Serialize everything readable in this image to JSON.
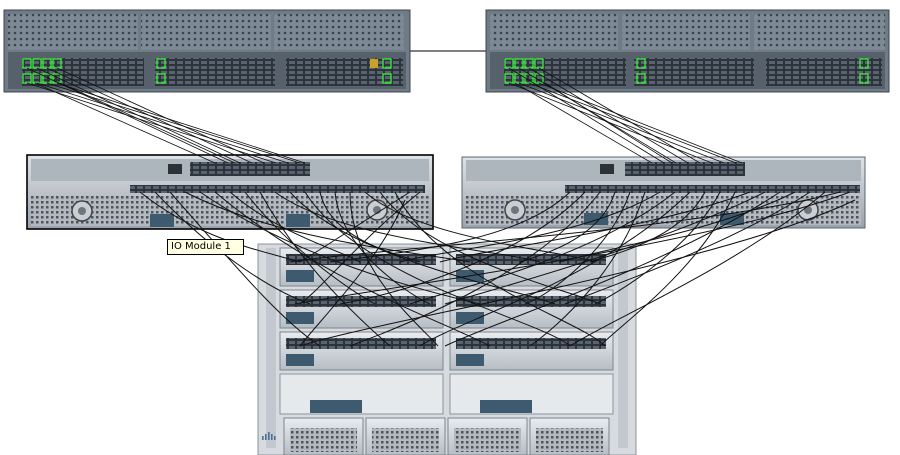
{
  "diagram": {
    "tooltip_label": "IO Module 1",
    "nodes": {
      "fabric_interconnect_a": {
        "kind": "fabric-interconnect"
      },
      "fabric_interconnect_b": {
        "kind": "fabric-interconnect"
      },
      "io_module_1": {
        "kind": "io-module",
        "selected": true
      },
      "io_module_2": {
        "kind": "io-module",
        "selected": false
      },
      "blade_chassis": {
        "kind": "blade-chassis",
        "blade_servers": 6,
        "power_supplies": 4
      }
    },
    "edges": [
      {
        "from": "fabric_interconnect_a",
        "to": "fabric_interconnect_b",
        "kind": "cluster-link"
      },
      {
        "from": "fabric_interconnect_a",
        "to": "io_module_1",
        "kind": "uplinks"
      },
      {
        "from": "fabric_interconnect_b",
        "to": "io_module_2",
        "kind": "uplinks"
      },
      {
        "from": "io_module_1",
        "to": "blade_chassis",
        "kind": "server-links"
      },
      {
        "from": "io_module_2",
        "to": "blade_chassis",
        "kind": "server-links"
      }
    ]
  }
}
